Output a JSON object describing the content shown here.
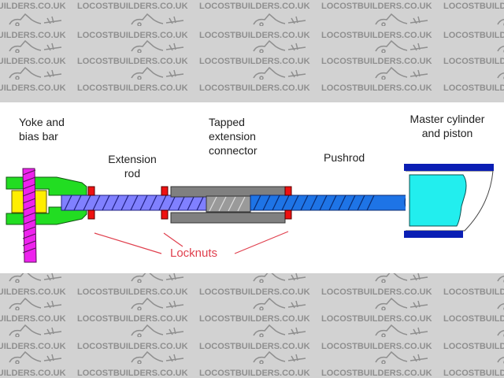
{
  "watermark": {
    "text": "LOCOSTBUILDERS.CO.UK",
    "logo": "car-logo-icon"
  },
  "labels": {
    "yoke": [
      "Yoke and",
      "bias bar"
    ],
    "extension_rod": [
      "Extension",
      "rod"
    ],
    "connector": [
      "Tapped",
      "extension",
      "connector"
    ],
    "pushrod": "Pushrod",
    "master_cylinder": [
      "Master cylinder",
      "and piston"
    ],
    "locknuts": "Locknuts"
  },
  "colors": {
    "yoke": "#22dd22",
    "yoke_block": "#ffee00",
    "bias_bar": "#ee22ee",
    "extension_rod": "#8080ff",
    "locknut": "#ee1111",
    "connector": "#808080",
    "pushrod": "#1e74e6",
    "cylinder": "#0a1eb4",
    "piston": "#22eeee",
    "locknut_label": "#e0404e"
  }
}
